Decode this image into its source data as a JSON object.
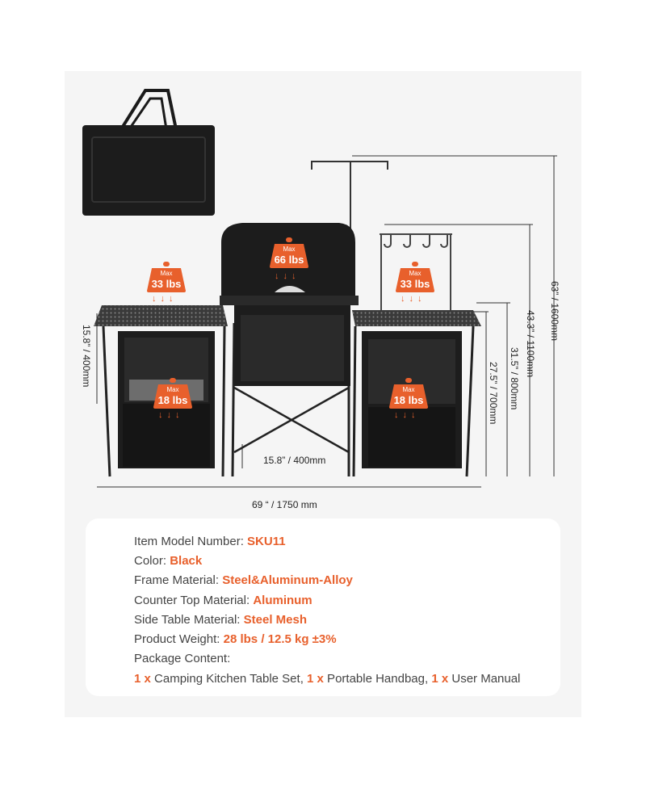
{
  "badges": {
    "max_label": "Max",
    "center_weight": "66 lbs",
    "left_top_weight": "33 lbs",
    "right_top_weight": "33 lbs",
    "left_cabinet_weight": "18 lbs",
    "right_cabinet_weight": "18 lbs"
  },
  "dimensions": {
    "total_height": "63” / 1600mm",
    "lantern_height": "43.3” / 1100mm",
    "windscreen_height": "31.5” / 800mm",
    "table_height": "27.5” / 700mm",
    "side_cabinet_height": "15.8” / 400mm",
    "center_width": "15.8” / 400mm",
    "total_width": "69 “ / 1750 mm"
  },
  "specs": {
    "model_label": "Item Model Number: ",
    "model_value": "SKU11",
    "color_label": "Color: ",
    "color_value": "Black",
    "frame_label": "Frame Material: ",
    "frame_value": "Steel&Aluminum-Alloy",
    "counter_label": "Counter Top Material: ",
    "counter_value": "Aluminum",
    "side_label": "Side Table Material: ",
    "side_value": "Steel Mesh",
    "weight_label": "Product Weight: ",
    "weight_value": "28 lbs / 12.5 kg ±3%",
    "package_label": "Package Content:",
    "package_items": [
      {
        "qty": "1 x",
        "name": " Camping Kitchen Table Set, "
      },
      {
        "qty": "1 x",
        "name": " Portable Handbag, "
      },
      {
        "qty": "1 x",
        "name": " User Manual"
      }
    ]
  },
  "colors": {
    "accent": "#e8602c",
    "panel": "#f5f5f5",
    "product": "#1c1c1c"
  }
}
